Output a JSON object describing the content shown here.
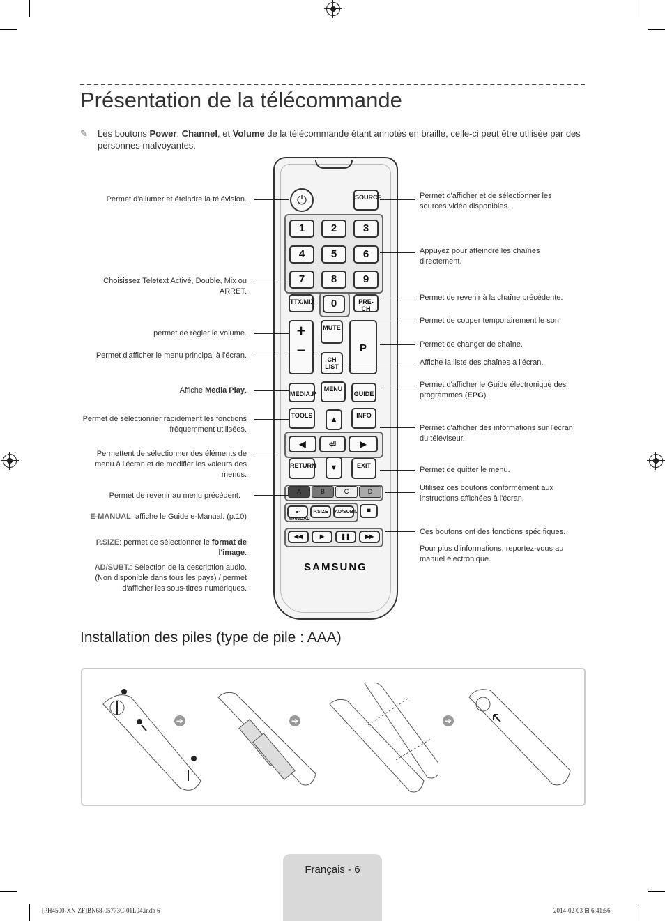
{
  "title": "Présentation de la télécommande",
  "note": {
    "prefix": "Les boutons ",
    "b1": "Power",
    "sep1": ", ",
    "b2": "Channel",
    "sep2": ", et ",
    "b3": "Volume",
    "rest": " de la télécommande étant annotés en braille, celle-ci peut être utilisée par des personnes malvoyantes."
  },
  "left_labels": {
    "power": "Permet d'allumer et éteindre la télévision.",
    "teletext": "Choisissez Teletext Activé, Double, Mix ou ARRET.",
    "volume": "permet de régler le volume.",
    "menu": "Permet d'afficher le menu principal à l'écran.",
    "media_pre": "Affiche ",
    "media_bold": "Media Play",
    "media_post": ".",
    "tools": "Permet de sélectionner rapidement les fonctions fréquemment utilisées.",
    "nav": "Permettent de sélectionner des éléments de menu à l'écran et de modifier les valeurs des menus.",
    "return": "Permet de revenir au menu précédent.",
    "emanual_key": "E-MANUAL",
    "emanual_text": ": affiche le Guide e-Manual. (p.10)",
    "psize_key": "P.SIZE",
    "psize_text": ": permet de sélectionner le ",
    "psize_bold": "format de l'image",
    "psize_end": ".",
    "adsubt_key": "AD/SUBT.",
    "adsubt_text": ": Sélection de la description audio. (Non disponible dans tous les pays) / permet d'afficher les sous-titres numériques."
  },
  "right_labels": {
    "source": "Permet d'afficher et de sélectionner les sources vidéo disponibles.",
    "numbers": "Appuyez pour atteindre les chaînes directement.",
    "prech": "Permet de revenir à la chaîne précédente.",
    "mute": "Permet de couper temporairement le son.",
    "channel": "Permet de changer de chaîne.",
    "chlist": "Affiche la liste des chaînes à l'écran.",
    "guide_pre": "Permet d'afficher le Guide électronique des programmes (",
    "guide_bold": "EPG",
    "guide_post": ").",
    "info": "Permet d'afficher des informations sur l'écran du téléviseur.",
    "exit": "Permet de quitter le menu.",
    "colors": "Utilisez ces boutons conformément aux instructions affichées à l'écran.",
    "special": "Ces boutons ont des fonctions spécifiques.",
    "more": "Pour plus d'informations, reportez-vous au manuel électronique."
  },
  "remote": {
    "source": "SOURCE",
    "digits": [
      "1",
      "2",
      "3",
      "4",
      "5",
      "6",
      "7",
      "8",
      "9"
    ],
    "zero": "0",
    "ttx": "TTX/MIX",
    "prech": "PRE-CH",
    "mute": "MUTE",
    "p": "P",
    "chlist": "CH LIST",
    "media": "MEDIA.P",
    "menu": "MENU",
    "guide": "GUIDE",
    "tools": "TOOLS",
    "info": "INFO",
    "return": "RETURN",
    "exit": "EXIT",
    "colors": [
      "A",
      "B",
      "C",
      "D"
    ],
    "emanual": "E-MANUAL",
    "psize": "P.SIZE",
    "adsubt": "AD/SUBT.",
    "brand": "SAMSUNG"
  },
  "subtitle": "Installation des piles (type de pile : AAA)",
  "footer": {
    "page": "Français - 6",
    "file": "[PH4500-XN-ZF]BN68-05773C-01L04.indb   6",
    "date": "2014-02-03   ⊠ 6:41:56"
  }
}
